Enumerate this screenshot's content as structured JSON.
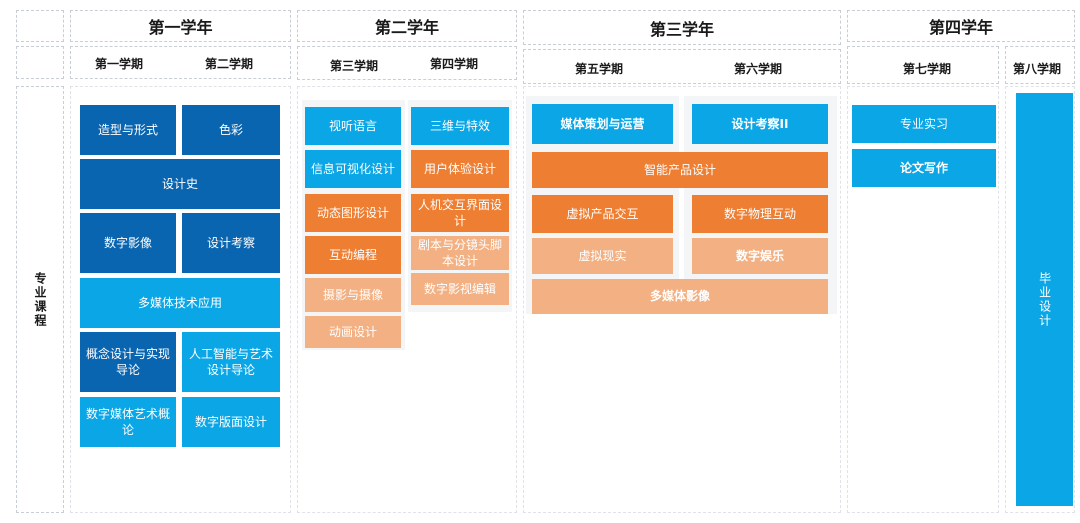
{
  "years": [
    "第一学年",
    "第二学年",
    "第三学年",
    "第四学年"
  ],
  "semesters": [
    "第一学期",
    "第二学期",
    "第三学期",
    "第四学期",
    "第五学期",
    "第六学期",
    "第七学期",
    "第八学期"
  ],
  "row_label": "专业课程",
  "courses": {
    "y1": [
      "造型与形式",
      "色彩",
      "设计史",
      "数字影像",
      "设计考察",
      "多媒体技术应用",
      "概念设计与实现导论",
      "人工智能与艺术设计导论",
      "数字媒体艺术概论",
      "数字版面设计"
    ],
    "s3": [
      "视听语言",
      "信息可视化设计",
      "动态图形设计",
      "互动编程",
      "摄影与摄像",
      "动画设计"
    ],
    "s4": [
      "三维与特效",
      "用户体验设计",
      "人机交互界面设计",
      "剧本与分镜头脚本设计",
      "数字影视编辑"
    ],
    "y3": [
      "媒体策划与运营",
      "设计考察II",
      "智能产品设计",
      "虚拟产品交互",
      "数字物理互动",
      "虚拟现实",
      "数字娱乐",
      "多媒体影像"
    ],
    "s7": [
      "专业实习",
      "论文写作"
    ],
    "s8": [
      "毕业设计"
    ]
  },
  "colors": {
    "dark_blue": "#0a65b0",
    "light_blue": "#0aa6e6",
    "orange": "#ee7e31",
    "peach": "#f2b083"
  }
}
